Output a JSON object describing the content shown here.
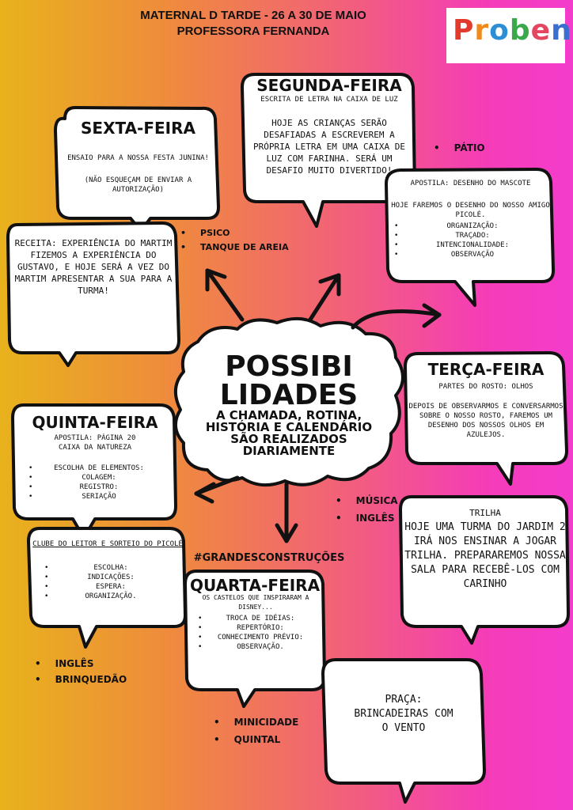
{
  "header": {
    "line1": "MATERNAL D TARDE - 26 A 30 DE MAIO",
    "line2": "PROFESSORA FERNANDA"
  },
  "logo": {
    "text": "Proben",
    "letters": [
      "P",
      "r",
      "o",
      "b",
      "e",
      "n"
    ],
    "colors": [
      "#e23b2e",
      "#f08a1d",
      "#2c8fd6",
      "#3aa84b",
      "#e5465f",
      "#3a6fd0"
    ]
  },
  "center": {
    "title_line1": "POSSIBI",
    "title_line2": "LIDADES",
    "sub1": "A CHAMADA, ROTINA,",
    "sub2": "HISTÓRIA E CALENDÁRIO",
    "sub3": "SÃO REALIZADOS",
    "sub4": "DIARIAMENTE"
  },
  "sexta": {
    "title": "SEXTA-FEIRA",
    "line1": "ENSAIO PARA A NOSSA FESTA JUNINA!",
    "line2": "(NÃO ESQUEÇAM DE ENVIAR A",
    "line3": "AUTORIZAÇÃO)"
  },
  "receita": {
    "l1": "RECEITA: EXPERIÊNCIA DO MARTIM",
    "l2": "FIZEMOS A EXPERIÊNCIA DO",
    "l3": "GUSTAVO, E HOJE SERÁ A VEZ DO",
    "l4": "MARTIM APRESENTAR A SUA PARA A",
    "l5": "TURMA!"
  },
  "segunda": {
    "title": "SEGUNDA-FEIRA",
    "subtitle": "ESCRITA DE LETRA NA CAIXA DE LUZ",
    "l1": "HOJE AS CRIANÇAS SERÃO",
    "l2": "DESAFIADAS A ESCREVEREM A",
    "l3": "PRÓPRIA LETRA EM UMA CAIXA DE",
    "l4": "LUZ COM FARINHA. SERÁ UM",
    "l5": "DESAFIO MUITO DIVERTIDO!"
  },
  "apostila_mascote": {
    "title": "APOSTILA: DESENHO DO MASCOTE",
    "l1": "HOJE FAREMOS O DESENHO DO NOSSO AMIGO",
    "l2": "PICOLÉ.",
    "items": [
      "ORGANIZAÇÃO:",
      "TRAÇADO:",
      "INTENCIONALIDADE:",
      "OBSERVAÇÃO"
    ]
  },
  "terca": {
    "title": "TERÇA-FEIRA",
    "subtitle": "PARTES DO ROSTO: OLHOS",
    "l1": "DEPOIS DE OBSERVARMOS E CONVERSARMOS",
    "l2": "SOBRE O NOSSO ROSTO, FAREMOS UM",
    "l3": "DESENHO DOS NOSSOS OLHOS EM AZULEJOS."
  },
  "trilha": {
    "l1": "TRILHA",
    "l2": "HOJE UMA TURMA DO JARDIM 2",
    "l3": "IRÁ NOS ENSINAR A JOGAR",
    "l4": "TRILHA. PREPARAREMOS NOSSA",
    "l5": "SALA PARA RECEBÊ-LOS COM",
    "l6": "CARINHO"
  },
  "quinta": {
    "title": "QUINTA-FEIRA",
    "l1": "APOSTILA: PÁGINA 20",
    "l2": "CAIXA DA NATUREZA",
    "items": [
      "ESCOLHA DE ELEMENTOS:",
      "COLAGEM:",
      "REGISTRO:",
      "SERIAÇÃO"
    ]
  },
  "clube": {
    "title": "CLUBE DO LEITOR  E SORTEIO DO PICOLÉ",
    "items": [
      "ESCOLHA:",
      "INDICAÇÕES:",
      "ESPERA:",
      "ORGANIZAÇÃO."
    ]
  },
  "quarta": {
    "hashtag": "#GRANDESCONSTRUÇÕES",
    "title": "QUARTA-FEIRA",
    "subtitle": "OS CASTELOS QUE INSPIRARAM A DISNEY...",
    "items": [
      "TROCA DE IDÉIAS:",
      "REPERTÓRIO:",
      "CONHECIMENTO PRÉVIO:",
      "OBSERVAÇÃO."
    ]
  },
  "praca": {
    "l1": "PRAÇA:",
    "l2": "BRINCADEIRAS COM",
    "l3": "O VENTO"
  },
  "bullets": {
    "patio": "PÁTIO",
    "psico": "PSICO",
    "tanque": "TANQUE DE AREIA",
    "musica": "MÚSICA",
    "ingles_right": "INGLÊS",
    "ingles_left": "INGLÊS",
    "brinquedao": "BRINQUEDÃO",
    "minicidade": "MINICIDADE",
    "quintal": "QUINTAL"
  }
}
